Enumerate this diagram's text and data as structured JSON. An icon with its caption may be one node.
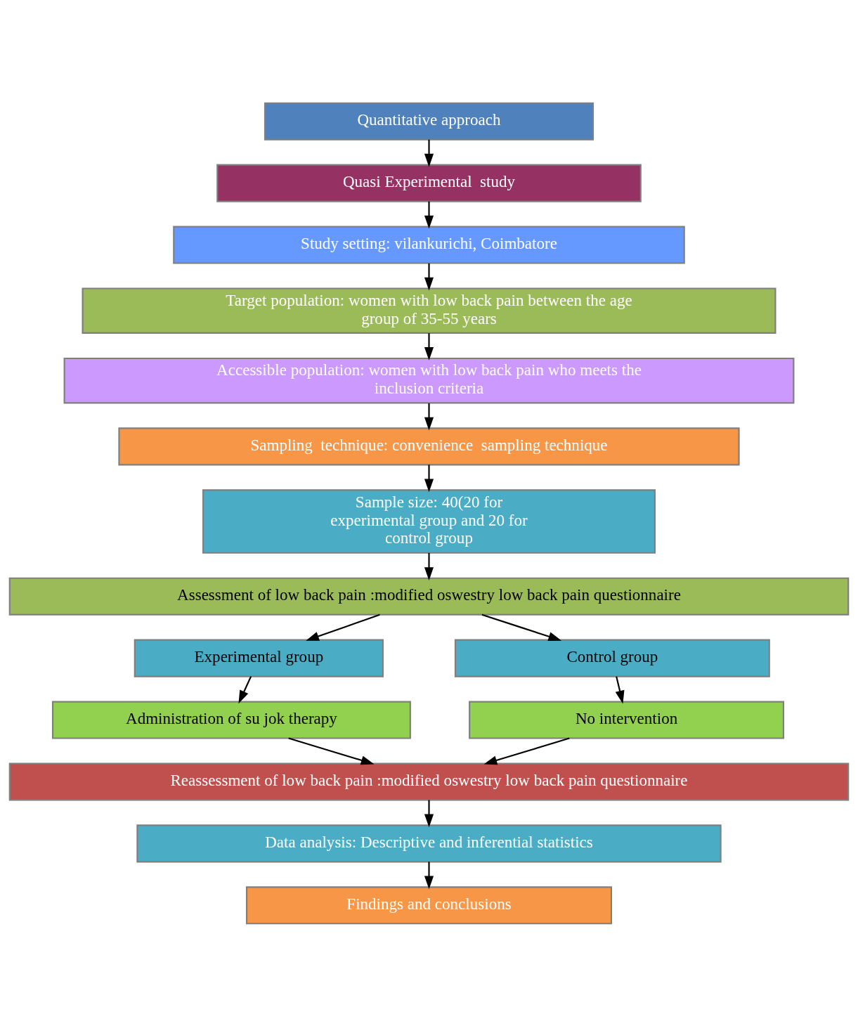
{
  "diagram": {
    "nodes": [
      {
        "text": [
          "Quantitative approach"
        ]
      },
      {
        "text": [
          "Quasi Experimental  study"
        ]
      },
      {
        "text": [
          "Study setting: vilankurichi, Coimbatore"
        ]
      },
      {
        "text": [
          "Target population: women with low back pain between the age group of 35-55 years"
        ]
      },
      {
        "text": [
          "Accessible population: women with low back pain who meets the inclusion criteria"
        ]
      },
      {
        "text": [
          "Sampling  technique: convenience  sampling technique"
        ]
      },
      {
        "text": [
          "Sample size: 40(20 for experimental group and 20 for control group"
        ]
      },
      {
        "text": [
          "Assessment of low back pain :modified oswestry low back pain questionnaire"
        ]
      },
      {
        "text": [
          "Experimental group"
        ]
      },
      {
        "text": [
          "Control group"
        ]
      },
      {
        "text": [
          "Administration of su jok therapy"
        ]
      },
      {
        "text": [
          "No intervention"
        ]
      },
      {
        "text": [
          "Reassessment of low back pain :modified oswestry low back pain questionnaire"
        ]
      },
      {
        "text": [
          "Data analysis: Descriptive and inferential statistics"
        ]
      },
      {
        "text": [
          "Findings and conclusions"
        ]
      }
    ],
    "edges": [
      {
        "from": 0,
        "to": 1,
        "arrow": "to"
      },
      {
        "from": 1,
        "to": 2,
        "arrow": "to"
      },
      {
        "from": 2,
        "to": 3,
        "arrow": "to"
      },
      {
        "from": 3,
        "to": 4,
        "arrow": "to"
      },
      {
        "from": 4,
        "to": 5,
        "arrow": "to"
      },
      {
        "from": 5,
        "to": 6,
        "arrow": "to"
      },
      {
        "from": 6,
        "to": 7,
        "arrow": "to"
      },
      {
        "from": 7,
        "to": 8,
        "arrow": "to"
      },
      {
        "from": 7,
        "to": 9,
        "arrow": "to"
      },
      {
        "from": 8,
        "to": 10,
        "arrow": "to"
      },
      {
        "from": 9,
        "to": 11,
        "arrow": "to"
      },
      {
        "from": 10,
        "to": 12,
        "arrow": "to"
      },
      {
        "from": 11,
        "to": 12,
        "arrow": "to"
      },
      {
        "from": 12,
        "to": 13,
        "arrow": "to"
      },
      {
        "from": 13,
        "to": 14,
        "arrow": "to"
      }
    ]
  }
}
